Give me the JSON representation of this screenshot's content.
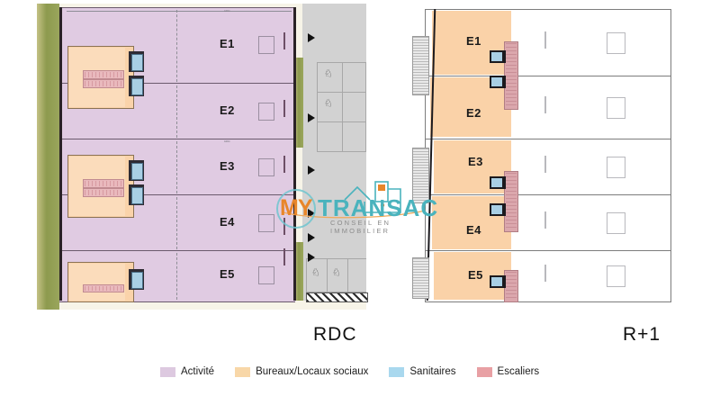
{
  "document": {
    "type": "architectural-floor-plan",
    "description": "Plan de niveaux d'un bâtiment d'activité divisé en 5 cellules"
  },
  "floors": [
    {
      "id": "rdc",
      "caption": "RDC",
      "units": [
        {
          "label": "E1"
        },
        {
          "label": "E2"
        },
        {
          "label": "E3"
        },
        {
          "label": "E4"
        },
        {
          "label": "E5"
        }
      ]
    },
    {
      "id": "r1",
      "caption": "R+1",
      "units": [
        {
          "label": "E1"
        },
        {
          "label": "E2"
        },
        {
          "label": "E3"
        },
        {
          "label": "E4"
        },
        {
          "label": "E5"
        }
      ]
    }
  ],
  "legend": {
    "items": [
      {
        "label": "Activité",
        "color": "#ddc9e0"
      },
      {
        "label": "Bureaux/Locaux sociaux",
        "color": "#f8d7a8"
      },
      {
        "label": "Sanitaires",
        "color": "#a9d8ee"
      },
      {
        "label": "Escaliers",
        "color": "#e8a0a4"
      }
    ]
  },
  "watermark": {
    "prefix": "MY",
    "brand": "TRANSAC",
    "tagline": "CONSEIL EN IMMOBILIER",
    "brand_color": "#4ab3bd",
    "prefix_color": "#e8862a"
  },
  "symbols": {
    "tree": "☘",
    "dimension_tick": "—"
  }
}
